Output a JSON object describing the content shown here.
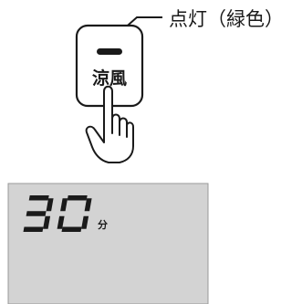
{
  "callout": {
    "label": "点灯（緑色）"
  },
  "button": {
    "label": "涼風"
  },
  "display": {
    "value": "30",
    "unit": "分"
  },
  "colors": {
    "lcd_background": "#d3d3d3",
    "segment": "#1a1a1a",
    "indicator_lamp": "#1a1a1a"
  }
}
